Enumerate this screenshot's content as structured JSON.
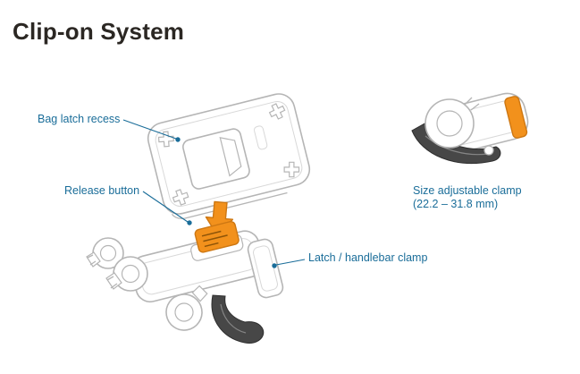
{
  "title": "Clip-on System",
  "labels": {
    "bag_latch_recess": "Bag latch recess",
    "release_button": "Release button",
    "latch_handlebar_clamp": "Latch / handlebar clamp",
    "size_adjustable_clamp": "Size adjustable clamp",
    "size_adjustable_clamp_range": "(22.2 – 31.8 mm)"
  },
  "colors": {
    "title_text": "#2b2723",
    "label_text": "#1a6d99",
    "accent_orange": "#f2911c",
    "outline_gray": "#b5b5b5",
    "dark_part": "#474747"
  }
}
